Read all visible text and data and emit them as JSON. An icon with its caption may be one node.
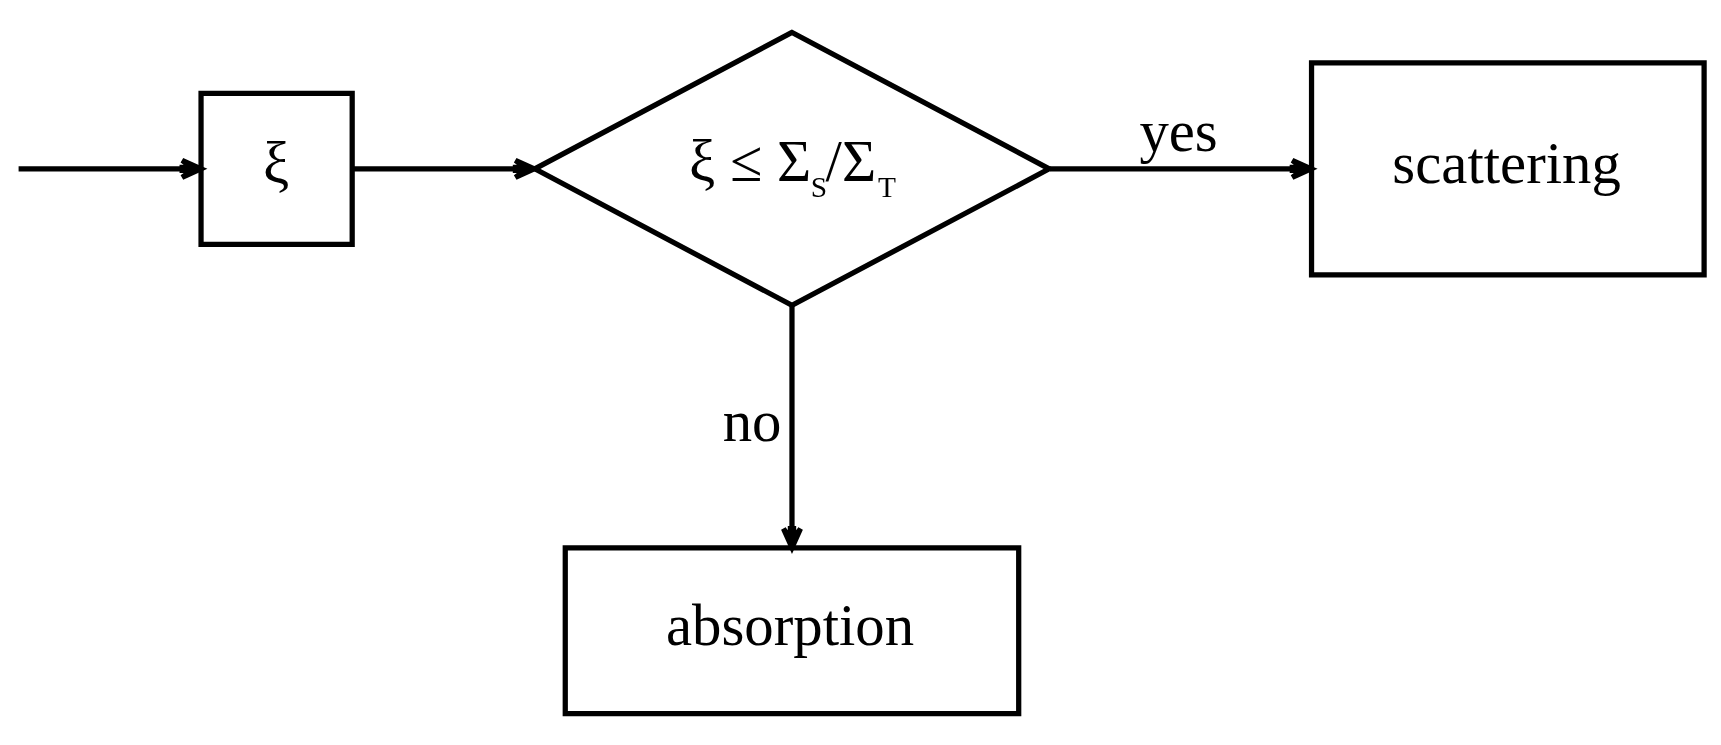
{
  "diagram": {
    "nodes": [
      {
        "text": [
          "ξ"
        ]
      },
      {
        "text": [
          "ξ ≤ Σ$_{S}$/Σ$_{T}$"
        ]
      },
      {
        "text": [
          "scattering"
        ]
      },
      {
        "text": [
          "absorption"
        ]
      }
    ],
    "edges": [
      {
        "from": null,
        "to": 0,
        "arrow": "to"
      },
      {
        "from": 0,
        "to": 1,
        "arrow": "to"
      },
      {
        "from": 1,
        "to": 2,
        "arrow": "to",
        "label": "yes"
      },
      {
        "from": 1,
        "to": 3,
        "arrow": "to",
        "label": "no"
      }
    ]
  }
}
